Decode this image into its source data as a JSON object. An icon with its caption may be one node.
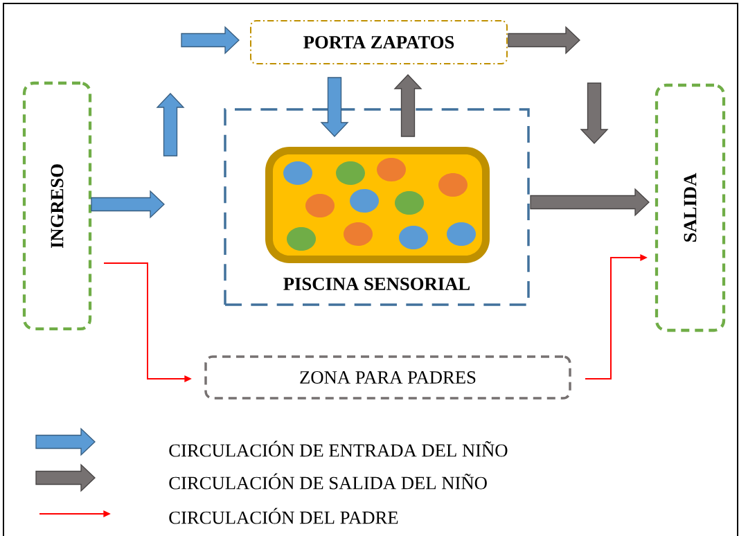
{
  "diagram": {
    "nodes": [
      {
        "text": [
          "INGRESO"
        ]
      },
      {
        "text": [
          "PORTA ZAPATOS"
        ]
      },
      {
        "text": [
          "PISCINA SENSORIAL"
        ]
      },
      {
        "text": [
          "SALIDA"
        ]
      },
      {
        "text": [
          "ZONA PARA PADRES"
        ]
      }
    ],
    "edges": [
      {
        "from": 0,
        "to": null,
        "arrow": "to",
        "style": "thick",
        "color": "#5b9bd5"
      },
      {
        "from": null,
        "to": 1,
        "arrow": "to",
        "style": "thick",
        "color": "#5b9bd5"
      },
      {
        "from": 1,
        "to": 2,
        "arrow": "to",
        "style": "thick",
        "color": "#5b9bd5"
      },
      {
        "from": 2,
        "to": 1,
        "arrow": "to",
        "style": "thick",
        "color": "#767171"
      },
      {
        "from": 1,
        "to": null,
        "arrow": "to",
        "style": "thick",
        "color": "#767171"
      },
      {
        "from": 2,
        "to": 3,
        "arrow": "to",
        "style": "thick",
        "color": "#767171"
      },
      {
        "from": 0,
        "to": 4,
        "arrow": "to",
        "color": "#ff0000"
      },
      {
        "from": 4,
        "to": 3,
        "arrow": "to",
        "color": "#ff0000"
      }
    ],
    "legend": [
      {
        "text": "CIRCULACIÓN DE ENTRADA DEL NIÑO"
      },
      {
        "text": "CIRCULACIÓN DE SALIDA DEL NIÑO"
      },
      {
        "text": "CIRCULACIÓN DEL PADRE"
      }
    ]
  }
}
